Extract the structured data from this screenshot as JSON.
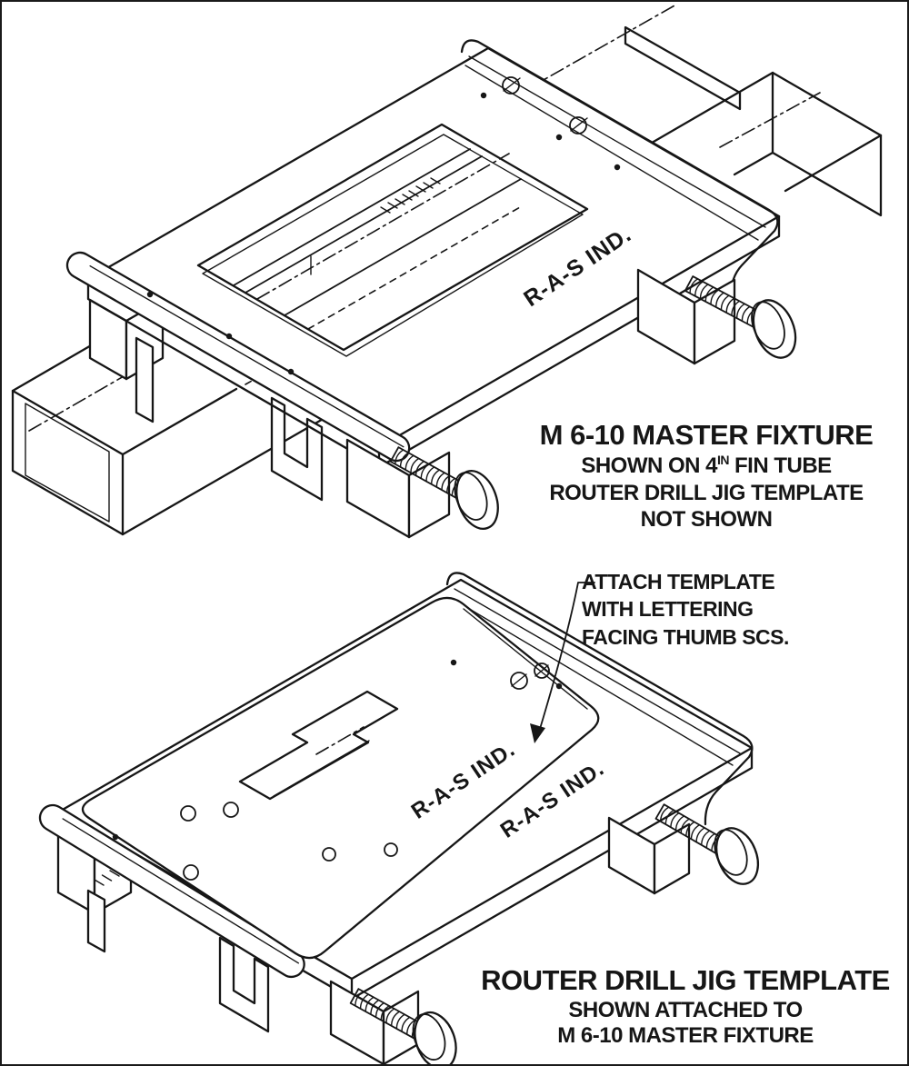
{
  "page": {
    "background": "#ffffff",
    "ink": "#161616"
  },
  "figure1": {
    "plate_label": "R-A-S IND.",
    "caption": {
      "title": "M 6-10 MASTER FIXTURE",
      "line2_pre": "SHOWN ON 4",
      "line2_sup": "IN",
      "line2_post": "FIN TUBE",
      "line3": "ROUTER DRILL JIG TEMPLATE",
      "line4": "NOT SHOWN"
    }
  },
  "figure2": {
    "annotation": {
      "line1": "ATTACH TEMPLATE",
      "line2": "WITH LETTERING",
      "line3": "FACING THUMB SCS."
    },
    "template_label": "R-A-S IND.",
    "fixture_label": "R-A-S IND.",
    "caption": {
      "title": "ROUTER DRILL JIG TEMPLATE",
      "line2": "SHOWN ATTACHED TO",
      "line3": "M 6-10 MASTER FIXTURE"
    }
  }
}
